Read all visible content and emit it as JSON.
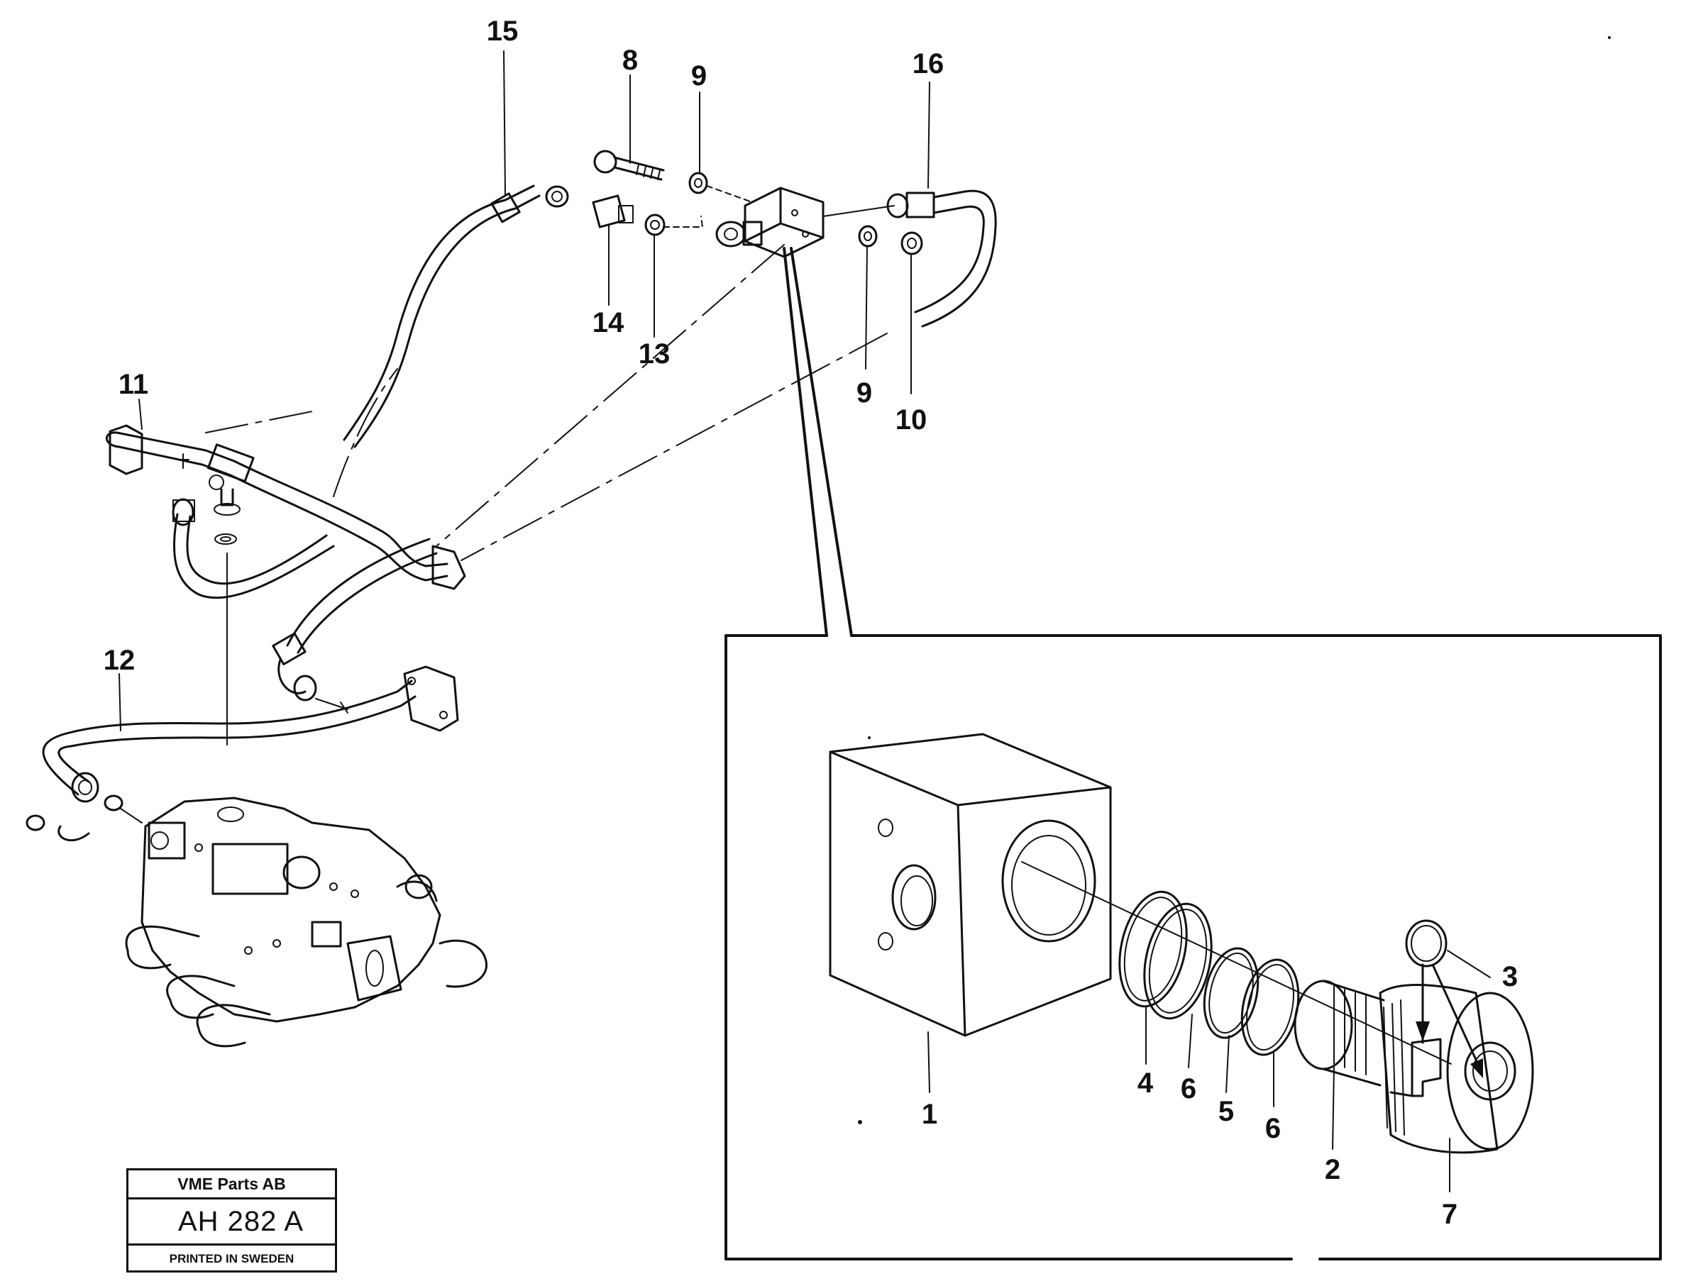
{
  "callouts": [
    {
      "id": "15",
      "text": "15"
    },
    {
      "id": "8",
      "text": "8"
    },
    {
      "id": "9a",
      "text": "9"
    },
    {
      "id": "16",
      "text": "16"
    },
    {
      "id": "14",
      "text": "14"
    },
    {
      "id": "13",
      "text": "13"
    },
    {
      "id": "9b",
      "text": "9"
    },
    {
      "id": "10",
      "text": "10"
    },
    {
      "id": "11",
      "text": "11"
    },
    {
      "id": "12",
      "text": "12"
    },
    {
      "id": "1",
      "text": "1"
    },
    {
      "id": "2",
      "text": "2"
    },
    {
      "id": "3",
      "text": "3"
    },
    {
      "id": "4",
      "text": "4"
    },
    {
      "id": "5",
      "text": "5"
    },
    {
      "id": "6a",
      "text": "6"
    },
    {
      "id": "6b",
      "text": "6"
    },
    {
      "id": "7",
      "text": "7"
    }
  ],
  "title_block": {
    "company": "VME Parts AB",
    "code": "AH 282 A",
    "printed": "PRINTED IN SWEDEN"
  }
}
